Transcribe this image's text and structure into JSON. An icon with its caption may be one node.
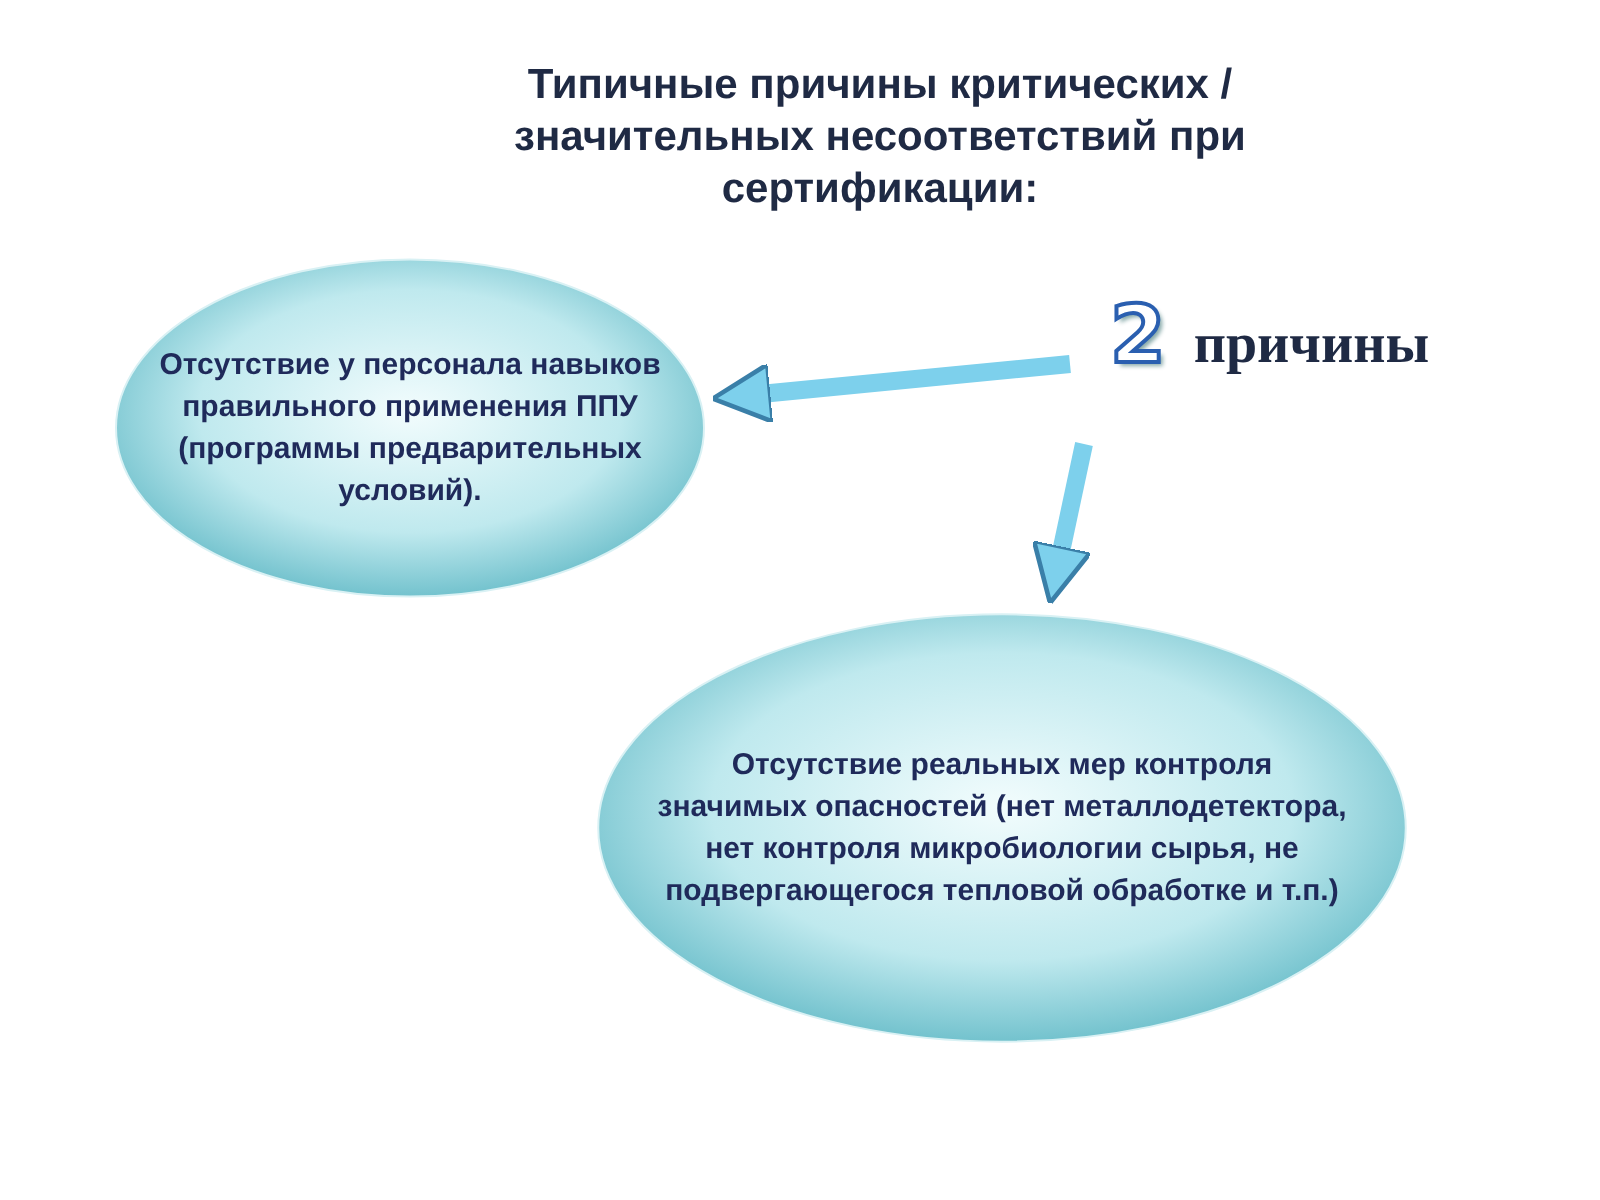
{
  "diagram": {
    "title": "Типичные причины критических / значительных несоответствий при сертификации:",
    "nodes": [
      {
        "text": [
          "2",
          "причины"
        ]
      },
      {
        "text": [
          "Отсутствие у персонала навыков правильного применения ППУ (программы предварительных условий)."
        ]
      },
      {
        "text": [
          "Отсутствие реальных мер контроля значимых опасностей (нет металлодетектора, нет контроля микробиологии сырья, не подвергающегося тепловой обработке и т.п.)"
        ]
      }
    ],
    "edges": [
      {
        "from": 0,
        "to": 1,
        "arrow": "to"
      },
      {
        "from": 0,
        "to": 2,
        "arrow": "to"
      }
    ]
  }
}
